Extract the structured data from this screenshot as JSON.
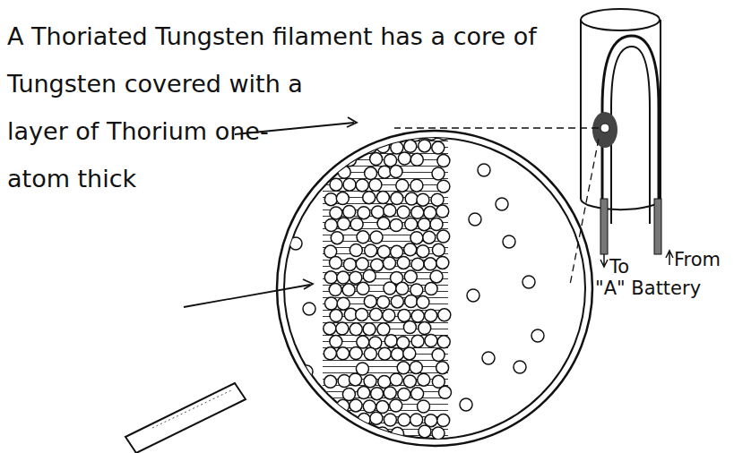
{
  "diagram": {
    "labels": [
      "A Thoriated Tungsten filament has a core of Tungsten covered with a layer of Thorium one-atom thick",
      "To",
      "From",
      "\"A\" Battery"
    ]
  }
}
